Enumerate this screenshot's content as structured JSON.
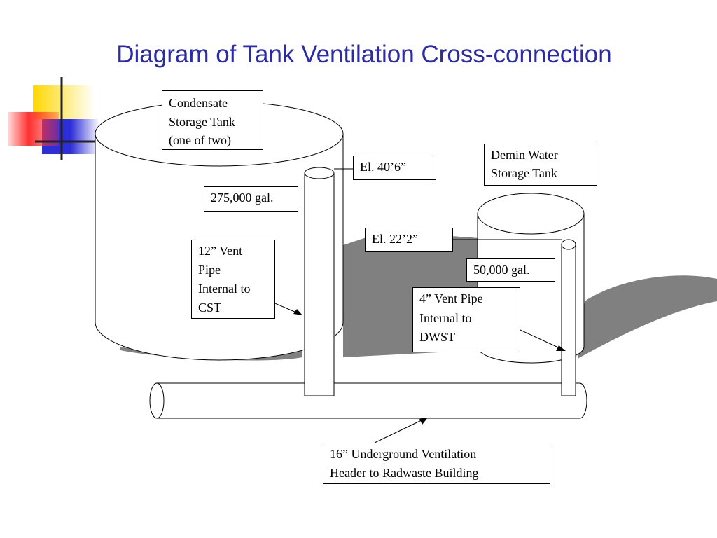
{
  "slide": {
    "title": "Diagram of Tank Ventilation Cross-connection"
  },
  "labels": {
    "cst_name": [
      "Condensate",
      "Storage Tank",
      "(one of two)"
    ],
    "cst_capacity": "275,000 gal.",
    "cst_vent_elevation": "El. 40’6”",
    "cst_vent_pipe": [
      "12” Vent",
      "Pipe",
      "Internal to",
      "CST"
    ],
    "dwst_name": [
      "Demin Water",
      "Storage Tank"
    ],
    "dwst_vent_elevation": "El. 22’2”",
    "dwst_capacity": "50,000 gal.",
    "dwst_vent_pipe": [
      "4” Vent Pipe",
      "Internal to",
      "DWST"
    ],
    "header_pipe": [
      "16” Underground Ventilation",
      "Header to Radwaste Building"
    ]
  },
  "colors": {
    "title": "#2b2ba8",
    "shadow": "#808080",
    "outline": "#000000",
    "deco_yellow": "#ffd700",
    "deco_blue": "#2e2ed8",
    "deco_red": "#ff3030"
  }
}
